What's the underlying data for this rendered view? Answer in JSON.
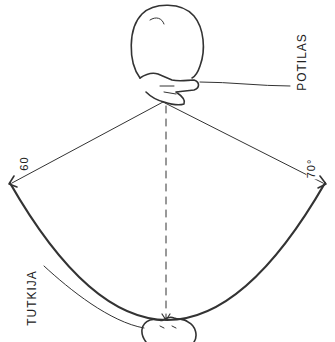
{
  "diagram": {
    "labels": [
      "POTILAS",
      "TUTKIJA",
      "60",
      "70°"
    ]
  }
}
